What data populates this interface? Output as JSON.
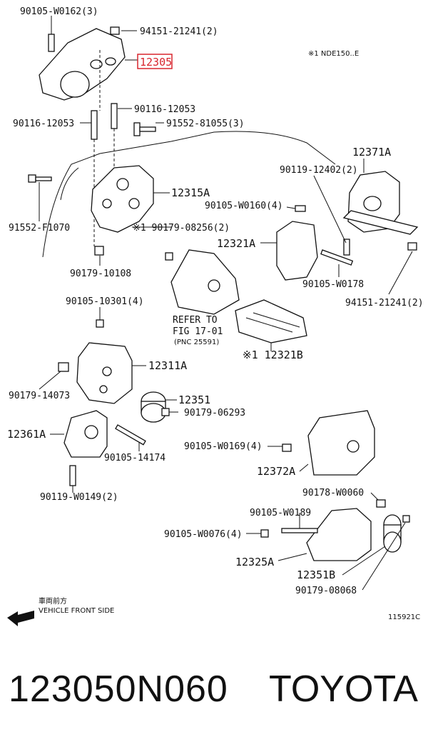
{
  "diagram": {
    "labels": {
      "l1": "90105-W0162(3)",
      "l2": "94151-21241(2)",
      "l3": "12305",
      "l4": "※1 NDE150..E",
      "l5": "90116-12053",
      "l6": "90116-12053",
      "l7": "91552-81055(3)",
      "l8": "12371A",
      "l9": "90119-12402(2)",
      "l10": "12315A",
      "l11": "90105-W0160(4)",
      "l12": "91552-F1070",
      "l13": "※1 90179-08256(2)",
      "l14": "12321A",
      "l15": "90179-10108",
      "l16": "90105-W0178",
      "l17": "94151-21241(2)",
      "l18": "90105-10301(4)",
      "l19": "REFER TO",
      "l20": "FIG 17-01",
      "l21": "(PNC 25591)",
      "l22": "※1 12321B",
      "l23": "12311A",
      "l24": "90179-14073",
      "l25": "12351",
      "l26": "90179-06293",
      "l27": "12361A",
      "l28": "90105-14174",
      "l29": "90105-W0169(4)",
      "l30": "12372A",
      "l31": "90119-W0149(2)",
      "l32": "90178-W0060",
      "l33": "90105-W0189",
      "l34": "90105-W0076(4)",
      "l35": "12325A",
      "l36": "12351B",
      "l37": "90179-08068",
      "l38": "車両前方",
      "l39": "VEHICLE FRONT SIDE",
      "l40": "115921C"
    },
    "highlight_color": "#d8262e"
  },
  "footer": {
    "part_number": "123050N060",
    "brand": "TOYOTA"
  }
}
